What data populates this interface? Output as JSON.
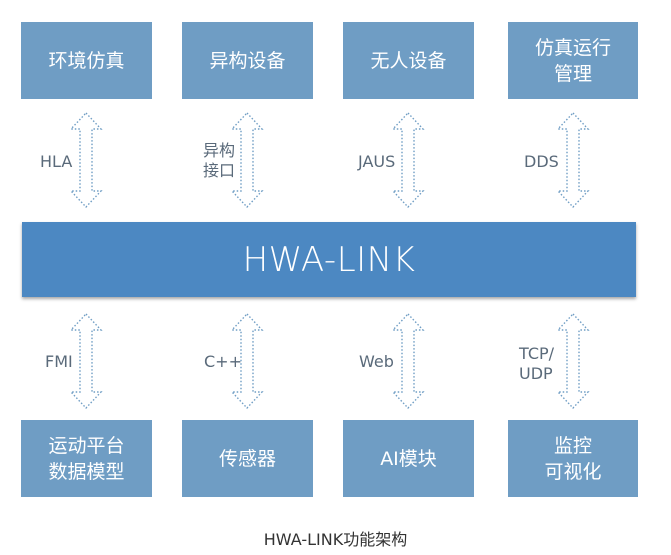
{
  "top_boxes": [
    {
      "label": "环境仿真"
    },
    {
      "label": "异构设备"
    },
    {
      "label": "无人设备"
    },
    {
      "label": "仿真运行\n管理"
    }
  ],
  "top_protocols": [
    {
      "label": "HLA"
    },
    {
      "label": "异构\n接口"
    },
    {
      "label": "JAUS"
    },
    {
      "label": "DDS"
    }
  ],
  "core": {
    "label": "HWA-LINK"
  },
  "bottom_protocols": [
    {
      "label": "FMI"
    },
    {
      "label": "C++"
    },
    {
      "label": "Web"
    },
    {
      "label": "TCP/\nUDP"
    }
  ],
  "bottom_boxes": [
    {
      "label": "运动平台\n数据模型"
    },
    {
      "label": "传感器"
    },
    {
      "label": "AI模块"
    },
    {
      "label": "监控\n可视化"
    }
  ],
  "caption": "HWA-LINK功能架构",
  "colors": {
    "box": "#6f9dc4",
    "core_bar": "#4c88c2",
    "arrow_outline": "#6f9dc4",
    "label_text": "#5a6a7a"
  },
  "icons": {
    "connector": "dotted-double-arrow-icon"
  }
}
